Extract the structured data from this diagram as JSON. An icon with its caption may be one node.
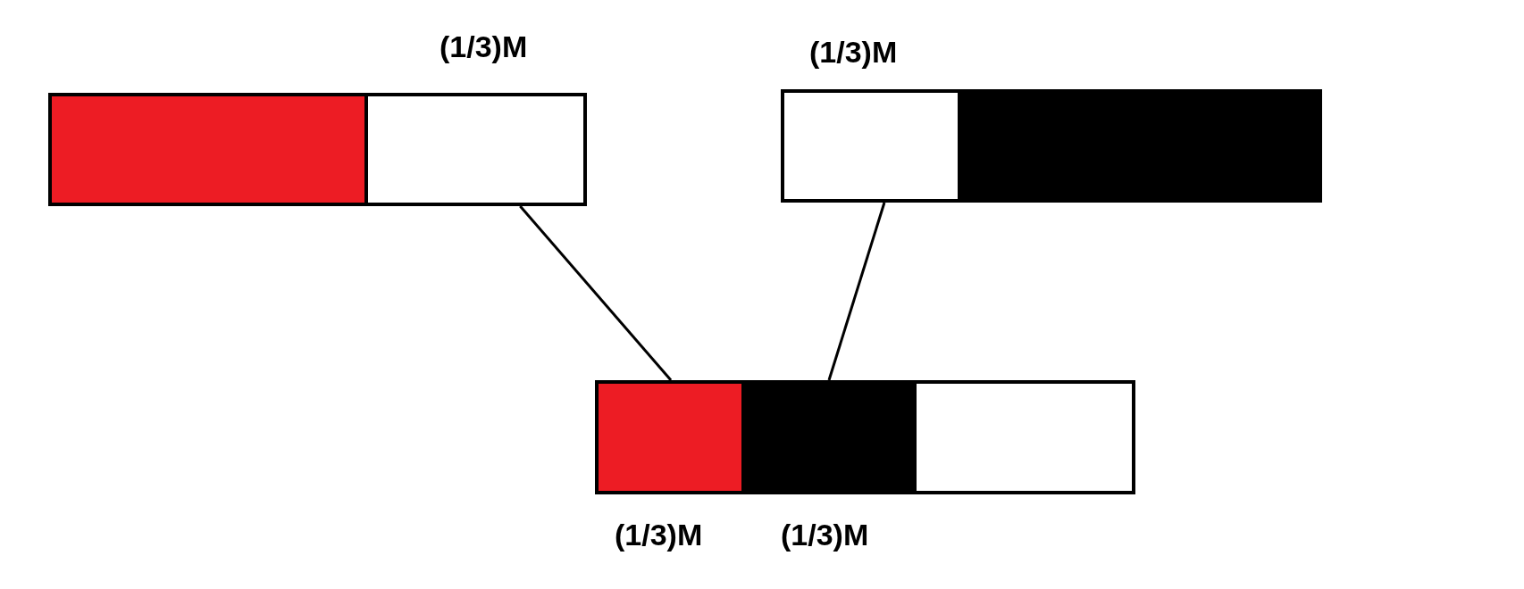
{
  "diagram": {
    "nodes": [
      {
        "text": [],
        "shape": "box"
      },
      {
        "text": [],
        "shape": "box",
        "beside": [
          "(1/3)M"
        ]
      },
      {
        "text": [],
        "shape": "box",
        "beside": [
          "(1/3)M"
        ]
      },
      {
        "text": [],
        "shape": "box"
      },
      {
        "text": [],
        "shape": "box",
        "beside": [
          "(1/3)M"
        ]
      },
      {
        "text": [],
        "shape": "box",
        "beside": [
          "(1/3)M"
        ]
      },
      {
        "text": [],
        "shape": "box"
      }
    ],
    "edges": [
      {
        "from": 1,
        "to": 4,
        "arrow": "none"
      },
      {
        "from": 2,
        "to": 5,
        "arrow": "none"
      }
    ]
  }
}
